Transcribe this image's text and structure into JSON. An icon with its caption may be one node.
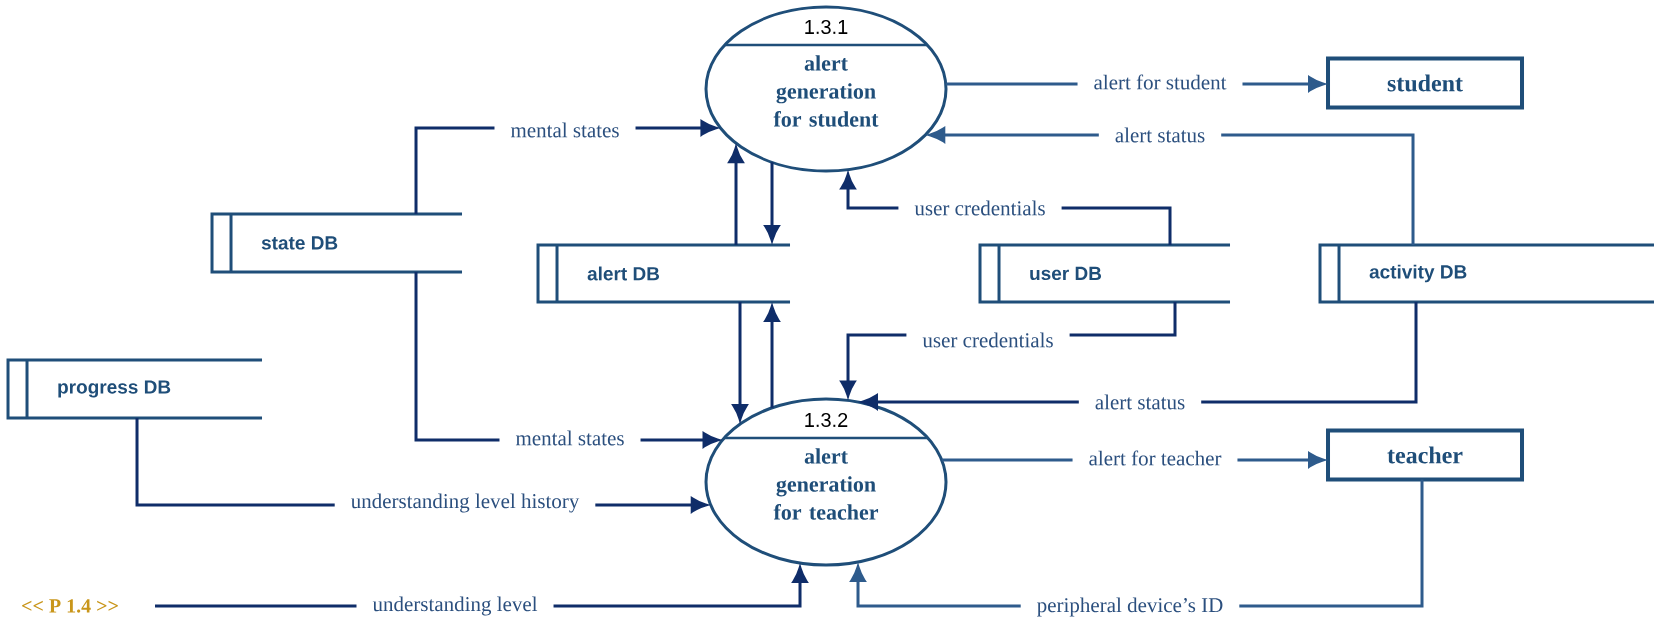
{
  "diagram": {
    "nodes": [
      {
        "text": [
          "1.3.1",
          "alert generation for student"
        ]
      },
      {
        "text": [
          "student"
        ]
      },
      {
        "text": [
          "state DB"
        ]
      },
      {
        "text": [
          "alert DB"
        ]
      },
      {
        "text": [
          "user DB"
        ]
      },
      {
        "text": [
          "activity DB"
        ]
      },
      {
        "text": [
          "progress DB"
        ]
      },
      {
        "text": [
          "1.3.2",
          "alert generation for teacher"
        ]
      },
      {
        "text": [
          "teacher"
        ]
      },
      {
        "text": [
          "<< P 1.4 >>"
        ]
      }
    ],
    "edges": [
      {
        "from": 0,
        "to": 1,
        "arrow": "to",
        "label": "alert for student",
        "color": "#2e5b8c"
      },
      {
        "from": 5,
        "to": 0,
        "arrow": "to",
        "label": "alert status",
        "color": "#2e5b8c"
      },
      {
        "from": 2,
        "to": 0,
        "arrow": "to",
        "label": "mental states"
      },
      {
        "from": 3,
        "to": 0,
        "arrow": "to"
      },
      {
        "from": 0,
        "to": 3,
        "arrow": "to"
      },
      {
        "from": 4,
        "to": 0,
        "arrow": "to",
        "label": "user credentials"
      },
      {
        "from": 3,
        "to": 7,
        "arrow": "to"
      },
      {
        "from": 7,
        "to": 3,
        "arrow": "to"
      },
      {
        "from": 4,
        "to": 7,
        "arrow": "to",
        "label": "user credentials"
      },
      {
        "from": 2,
        "to": 7,
        "arrow": "to",
        "label": "mental states"
      },
      {
        "from": 5,
        "to": 7,
        "arrow": "to",
        "label": "alert status"
      },
      {
        "from": 7,
        "to": 8,
        "arrow": "to",
        "label": "alert for teacher",
        "color": "#2e5b8c"
      },
      {
        "from": 6,
        "to": 7,
        "arrow": "to",
        "label": "understanding level history"
      },
      {
        "from": 9,
        "to": 7,
        "arrow": "to",
        "label": "understanding level"
      },
      {
        "from": 8,
        "to": 7,
        "arrow": "to",
        "label": "peripheral device’s ID",
        "color": "#2e5b8c"
      }
    ]
  }
}
